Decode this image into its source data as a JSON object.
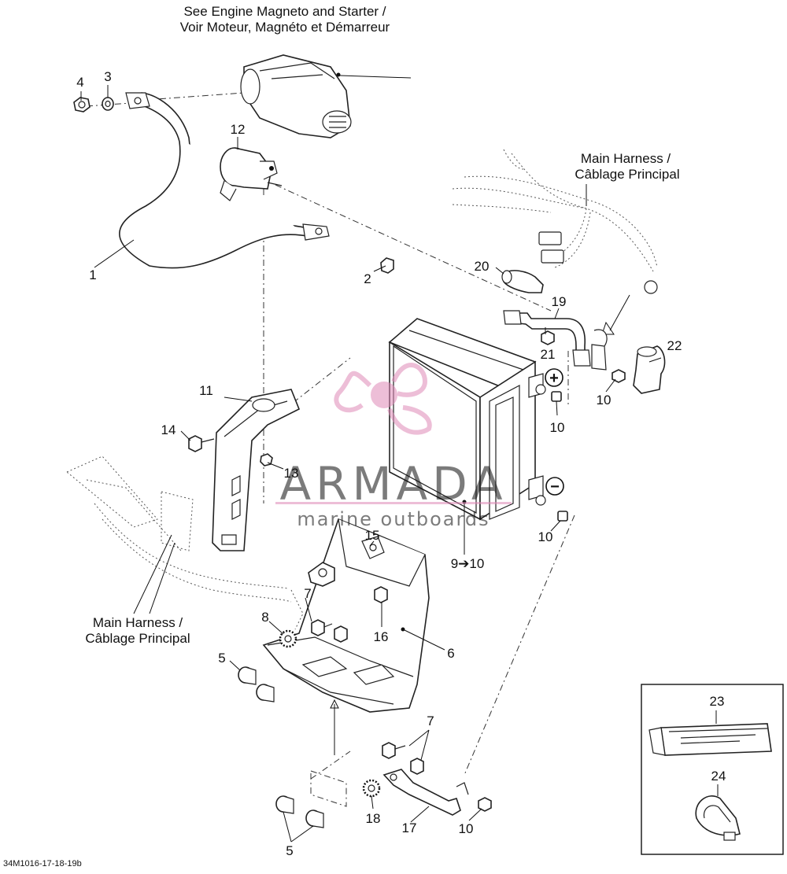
{
  "notes": {
    "engine_line1": "See Engine Magneto and Starter /",
    "engine_line2": "Voir Moteur, Magnéto et Démarreur",
    "harness_top_line1": "Main Harness /",
    "harness_top_line2": "Câblage Principal",
    "harness_left_line1": "Main Harness /",
    "harness_left_line2": "Câblage Principal"
  },
  "callouts": {
    "c1": "1",
    "c2": "2",
    "c3": "3",
    "c4": "4",
    "c5a": "5",
    "c5b": "5",
    "c6": "6",
    "c7a": "7",
    "c7b": "7",
    "c8": "8",
    "c9": "9➔10",
    "c10a": "10",
    "c10b": "10",
    "c10c": "10",
    "c10d": "10",
    "c11": "11",
    "c12": "12",
    "c13": "13",
    "c14": "14",
    "c15": "15",
    "c16": "16",
    "c17": "17",
    "c18": "18",
    "c19": "19",
    "c20": "20",
    "c21": "21",
    "c22": "22",
    "c23": "23",
    "c24": "24"
  },
  "polarity": {
    "positive": "+",
    "negative": "−"
  },
  "watermark": {
    "brand": "ARMADA",
    "tagline": "marine outboards"
  },
  "figure_id": "34M1016-17-18-19b",
  "colors": {
    "watermark": "#e08ab8",
    "line": "#222222"
  }
}
